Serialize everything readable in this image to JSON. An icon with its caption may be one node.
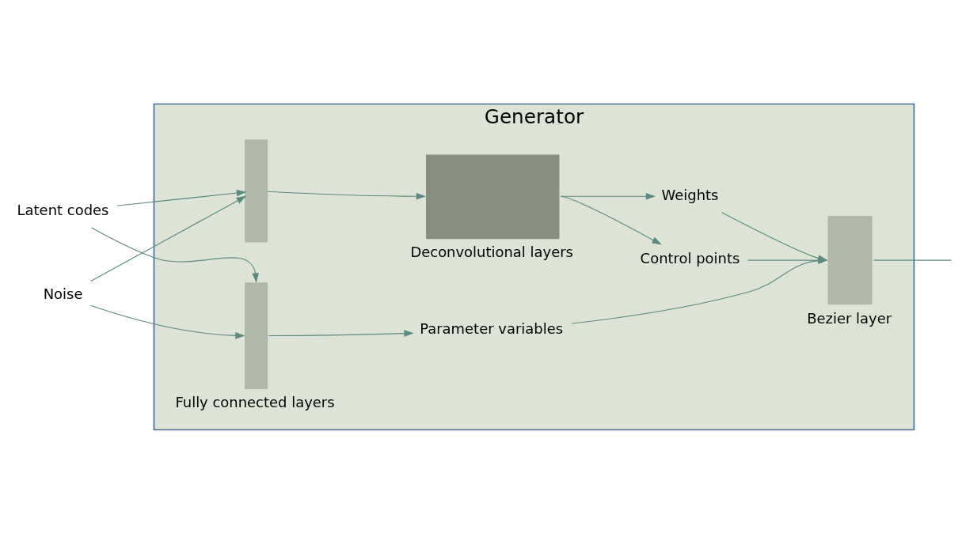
{
  "diagram": {
    "nodes": [
      {
        "text": [
          "Generator"
        ]
      },
      {
        "text": [
          "Latent codes"
        ]
      },
      {
        "text": [
          "Noise"
        ]
      },
      {
        "text": [],
        "shape": "bar",
        "in": 0
      },
      {
        "text": [
          "Fully connected layers"
        ],
        "in": 0
      },
      {
        "text": [
          "Deconvolutional layers"
        ],
        "in": 0
      },
      {
        "text": [
          "Control points"
        ],
        "in": 0
      },
      {
        "text": [
          "Weights"
        ],
        "in": 0
      },
      {
        "text": [
          "Parameter variables"
        ],
        "in": 0
      },
      {
        "text": [
          "Bezier layer"
        ],
        "in": 0
      }
    ],
    "edges": [
      {
        "from": 1,
        "to": 3,
        "arrow": "to"
      },
      {
        "from": 1,
        "to": 4,
        "arrow": "to"
      },
      {
        "from": 2,
        "to": 3,
        "arrow": "to"
      },
      {
        "from": 2,
        "to": 4,
        "arrow": "to"
      },
      {
        "from": 3,
        "to": 5,
        "arrow": "to"
      },
      {
        "from": 5,
        "to": 6,
        "arrow": "to"
      },
      {
        "from": 5,
        "to": 7,
        "arrow": "to"
      },
      {
        "from": 4,
        "to": 8,
        "arrow": "to"
      },
      {
        "from": 6,
        "to": 9,
        "arrow": "to"
      },
      {
        "from": 7,
        "to": 9,
        "arrow": "to"
      },
      {
        "from": 8,
        "to": 9,
        "arrow": "to"
      },
      {
        "from": 9,
        "to": null,
        "arrow": "none"
      }
    ]
  }
}
